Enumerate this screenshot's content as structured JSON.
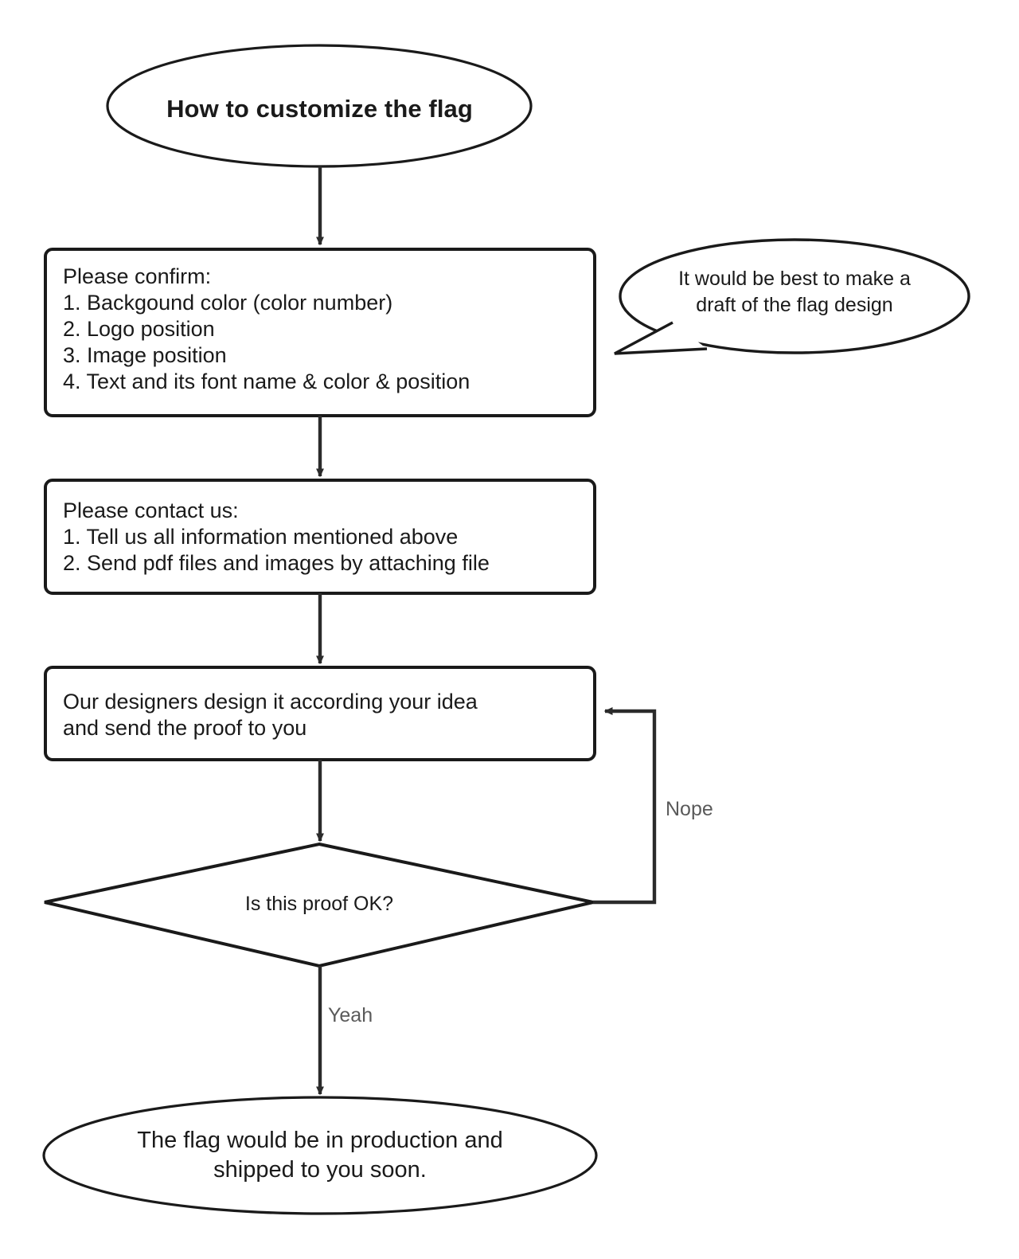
{
  "diagram": {
    "title": "How to customize the flag",
    "type": "flowchart",
    "orientation": "top-to-bottom",
    "stroke_color": "#1a1a1a",
    "fill_color": "#ffffff",
    "label_color": "#5a5a5a"
  },
  "nodes": {
    "start": {
      "shape": "ellipse",
      "label": "How to customize the flag"
    },
    "confirm": {
      "shape": "rounded-rectangle",
      "lines": [
        "Please confirm:",
        "1. Backgound color (color number)",
        "2. Logo position",
        "3. Image position",
        "4. Text and its font name & color & position"
      ]
    },
    "contact": {
      "shape": "rounded-rectangle",
      "lines": [
        "Please contact us:",
        "1. Tell us all information mentioned above",
        "2. Send pdf files and images by attaching file"
      ]
    },
    "design": {
      "shape": "rounded-rectangle",
      "lines": [
        "Our designers design it according your idea",
        "and send the proof to you"
      ]
    },
    "decision": {
      "shape": "diamond",
      "label": "Is this proof OK?"
    },
    "end": {
      "shape": "ellipse",
      "lines": [
        "The flag would be in production and",
        "shipped to you soon."
      ]
    },
    "note": {
      "shape": "speech-bubble",
      "lines": [
        "It would be best to make a",
        "draft of the flag design"
      ]
    }
  },
  "edges": {
    "start_to_confirm": {
      "label": ""
    },
    "confirm_to_contact": {
      "label": ""
    },
    "contact_to_design": {
      "label": ""
    },
    "design_to_decision": {
      "label": ""
    },
    "decision_no": {
      "label": "Nope"
    },
    "decision_yes": {
      "label": "Yeah"
    }
  }
}
